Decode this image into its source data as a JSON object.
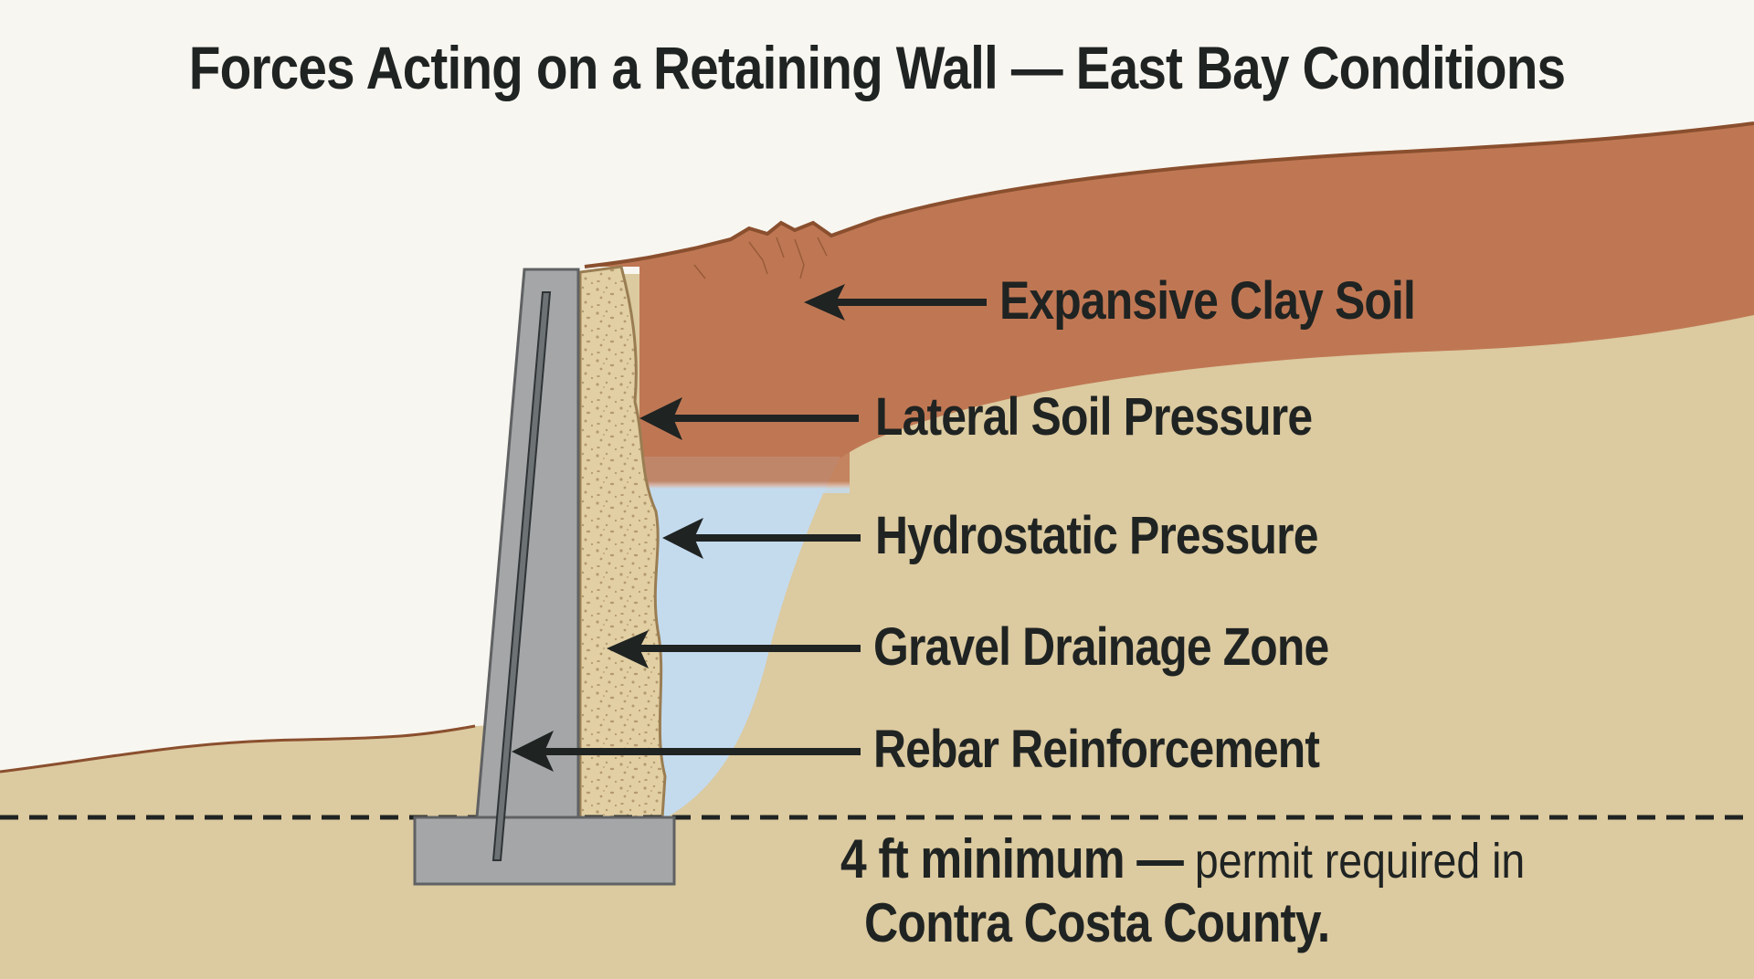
{
  "diagram": {
    "title": "Forces Acting on a Retaining Wall — East Bay Conditions",
    "labels": [
      {
        "id": "expansive-clay-soil",
        "text": "Expansive Clay Soil",
        "points_to": "clay soil layer"
      },
      {
        "id": "lateral-soil-pressure",
        "text": "Lateral Soil Pressure",
        "points_to": "soil pushing against drainage backfill"
      },
      {
        "id": "hydrostatic-pressure",
        "text": "Hydrostatic Pressure",
        "points_to": "groundwater behind wall"
      },
      {
        "id": "gravel-drainage-zone",
        "text": "Gravel Drainage Zone",
        "points_to": "gravel backfill"
      },
      {
        "id": "rebar-reinforcement",
        "text": "Rebar Reinforcement",
        "points_to": "steel rebar inside wall stem"
      }
    ],
    "footnote": {
      "emphasis": "4 ft minimum —",
      "regular": " permit required in",
      "line2": "Contra Costa County."
    },
    "components": [
      "concrete wall stem",
      "concrete footing",
      "rebar",
      "gravel backfill",
      "water zone",
      "expansive clay layer",
      "native soil",
      "grade line (dashed)"
    ],
    "colors": {
      "sky": "#f8f6f0",
      "clay": "#bf7753",
      "clay_outline": "#8a4f2e",
      "native_soil": "#dccaa0",
      "water": "#c4dbee",
      "gravel": "#e2cfa4",
      "gravel_speckle": "#b49a6e",
      "concrete": "#a4a6a8",
      "concrete_outline": "#5f6163",
      "rebar": "#6d7375",
      "arrow": "#1f2322",
      "text": "#1f2322"
    }
  }
}
